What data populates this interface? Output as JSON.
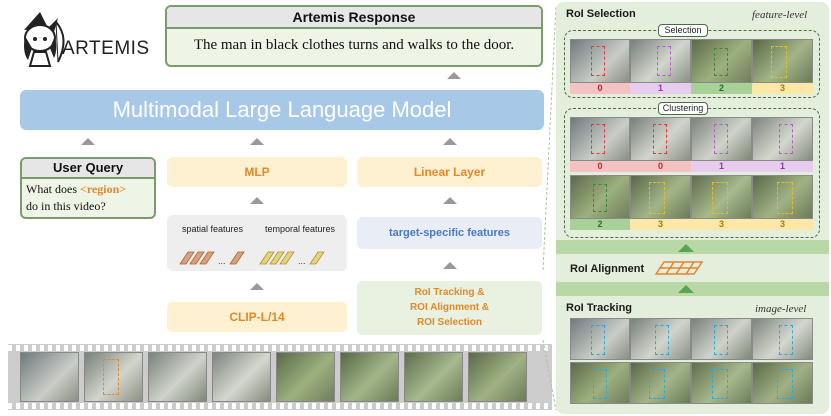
{
  "logo": {
    "text": "ARTEMIS"
  },
  "response": {
    "title": "Artemis Response",
    "text": "The man in black clothes turns and walks to the door."
  },
  "mllm": {
    "label": "Multimodal Large Language Model"
  },
  "query": {
    "title": "User Query",
    "line1_pre": "What does ",
    "region": "<region>",
    "line2": "do in this video?"
  },
  "mlp": {
    "label": "MLP"
  },
  "linear": {
    "label": "Linear Layer"
  },
  "features": {
    "spatial": "spatial features",
    "temporal": "temporal features"
  },
  "target_features": {
    "label": "target-specific features"
  },
  "roi_ops": {
    "line1": "RoI Tracking &",
    "line2": "ROI Alignment &",
    "line3": "ROI Selection"
  },
  "clip": {
    "label": "CLIP-L/14"
  },
  "panel": {
    "selection": {
      "title": "RoI Selection",
      "level": "feature-level",
      "tag": "Selection",
      "labels": [
        "0",
        "1",
        "2",
        "3"
      ]
    },
    "clustering": {
      "tag": "Clustering",
      "row1": [
        "0",
        "0",
        "1",
        "1"
      ],
      "row2": [
        "2",
        "3",
        "3",
        "3"
      ]
    },
    "alignment": {
      "title": "RoI Alignment"
    },
    "tracking": {
      "title": "RoI Tracking",
      "level": "image-level"
    }
  },
  "colors": {
    "accent_orange": "#e08a2c",
    "green_border": "#7a9b6b",
    "mllm_blue": "#a8c8e8",
    "label_red": "#f4c2c2",
    "label_purple": "#e6cdee",
    "label_green": "#a8d19a",
    "label_yellow": "#fbe7a6"
  }
}
